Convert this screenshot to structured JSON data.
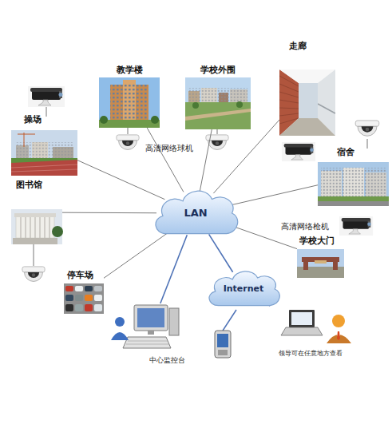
{
  "diagram": {
    "nodes": [
      {
        "text": [
          "教学楼"
        ]
      },
      {
        "text": [
          "学校外围"
        ]
      },
      {
        "text": [
          "走廊"
        ]
      },
      {
        "text": [
          "操场"
        ]
      },
      {
        "text": [
          "宿舍"
        ]
      },
      {
        "text": [
          "图书馆"
        ]
      },
      {
        "text": [
          "LAN"
        ]
      },
      {
        "text": [
          "学校大门"
        ]
      },
      {
        "text": [
          "停车场"
        ]
      },
      {
        "text": [
          "Internet"
        ]
      },
      {
        "text": [
          "中心监控台"
        ]
      },
      {
        "text": [
          "领导可在任意地方查看"
        ]
      }
    ],
    "edges": [
      {
        "from": 6,
        "to": 0,
        "arrow": "none"
      },
      {
        "from": 6,
        "to": 1,
        "arrow": "none"
      },
      {
        "from": 6,
        "to": 2,
        "arrow": "none"
      },
      {
        "from": 6,
        "to": 3,
        "arrow": "none"
      },
      {
        "from": 6,
        "to": 4,
        "arrow": "none"
      },
      {
        "from": 6,
        "to": 5,
        "arrow": "none"
      },
      {
        "from": 6,
        "to": 7,
        "arrow": "none"
      },
      {
        "from": 6,
        "to": 8,
        "arrow": "none"
      },
      {
        "from": 6,
        "to": 10,
        "arrow": "none"
      },
      {
        "from": 6,
        "to": 9,
        "arrow": "none"
      },
      {
        "from": 9,
        "to": 11,
        "arrow": "none"
      }
    ],
    "labels": [
      "高清网络球机",
      "高清网络枪机"
    ]
  }
}
